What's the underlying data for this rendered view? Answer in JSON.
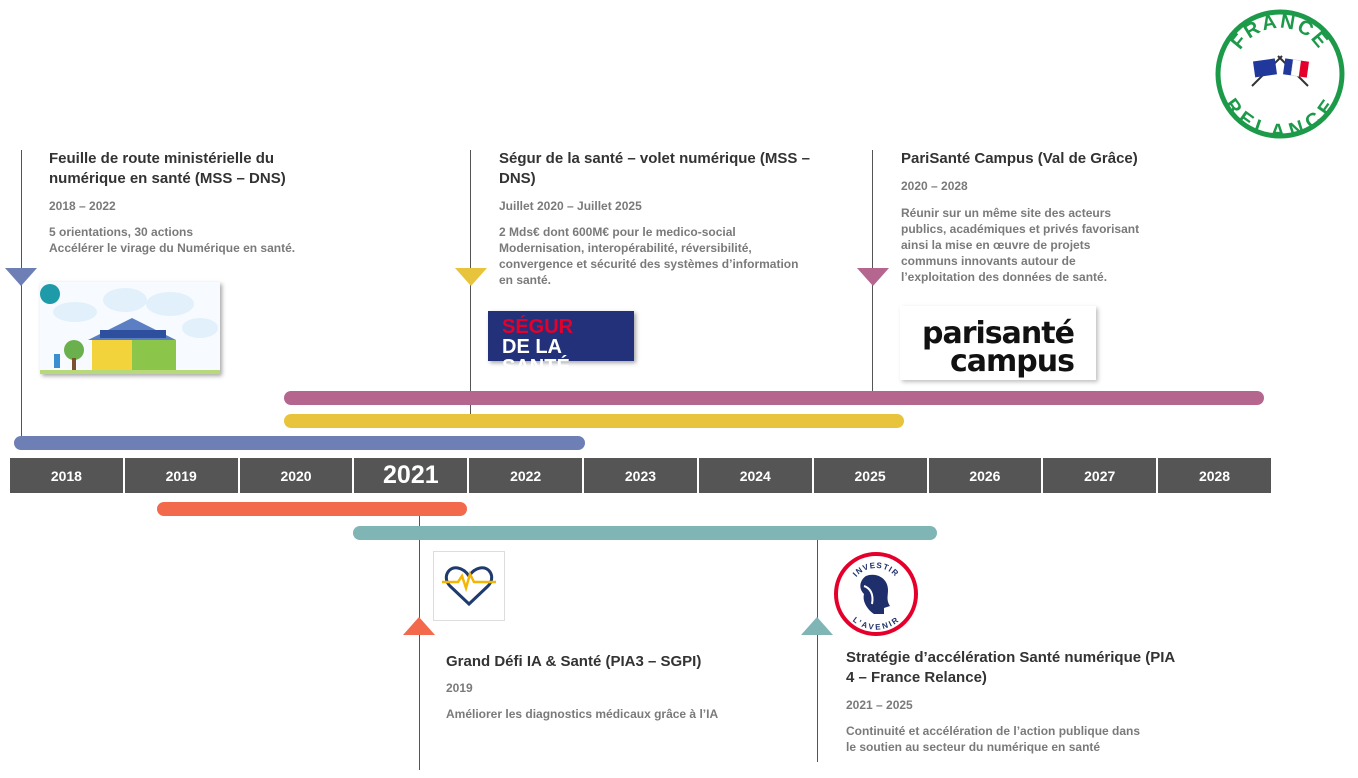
{
  "axis": {
    "years": [
      "2018",
      "2019",
      "2020",
      "2021",
      "2022",
      "2023",
      "2024",
      "2025",
      "2026",
      "2027",
      "2028"
    ],
    "highlight_year": "2021"
  },
  "events": {
    "feuille": {
      "title": "Feuille de route ministérielle du numérique en santé (MSS – DNS)",
      "period": "2018 – 2022",
      "desc_line1": "5 orientations, 30 actions",
      "desc_line2": "Accélérer le virage du Numérique en santé.",
      "color": "#6d7fb5",
      "start_year": 2018,
      "end_year": 2022
    },
    "segur": {
      "title": "Ségur de la santé – volet numérique (MSS – DNS)",
      "period": "Juillet 2020 – Juillet 2025",
      "desc_lines": [
        "2 Mds€ dont 600M€ pour le medico-social",
        "Modernisation, interopérabilité, réversibilité,",
        "convergence et sécurité des systèmes d’information",
        "en santé."
      ],
      "logo_line1": "SÉGUR",
      "logo_line2": "DE LA SANTÉ",
      "color": "#e8c43c",
      "start_year": 2020.5,
      "end_year": 2025.5
    },
    "parisante": {
      "title": "PariSanté Campus (Val de Grâce)",
      "period": "2020 – 2028",
      "desc_lines": [
        "Réunir sur un même site des acteurs",
        "publics, académiques et privés favorisant",
        "ainsi la mise en œuvre de projets",
        "communs innovants autour de",
        "l’exploitation des données de santé."
      ],
      "logo_line1": "parisanté",
      "logo_line2": "campus",
      "color": "#b5668f",
      "start_year": 2020,
      "end_year": 2028
    },
    "grand_defi": {
      "title": "Grand Défi IA & Santé (PIA3 – SGPI)",
      "period": "2019",
      "desc": "Améliorer les diagnostics médicaux grâce à l’IA",
      "color": "#f26a4b",
      "start_year": 2019,
      "end_year": 2021
    },
    "strategie": {
      "title": "Stratégie d’accélération Santé numérique (PIA 4 – France Relance)",
      "period": "2021 – 2025",
      "desc_line1": "Continuité et accélération de l’action publique dans",
      "desc_line2": "le soutien au secteur du numérique en santé",
      "logo_top": "INVESTIR",
      "logo_bottom": "L’AVENIR",
      "color": "#7fb5b5",
      "start_year": 2021,
      "end_year": 2025.5
    }
  },
  "france_relance": {
    "top": "FRANCE",
    "bottom": "RELANCE",
    "color": "#1c9a4a"
  }
}
